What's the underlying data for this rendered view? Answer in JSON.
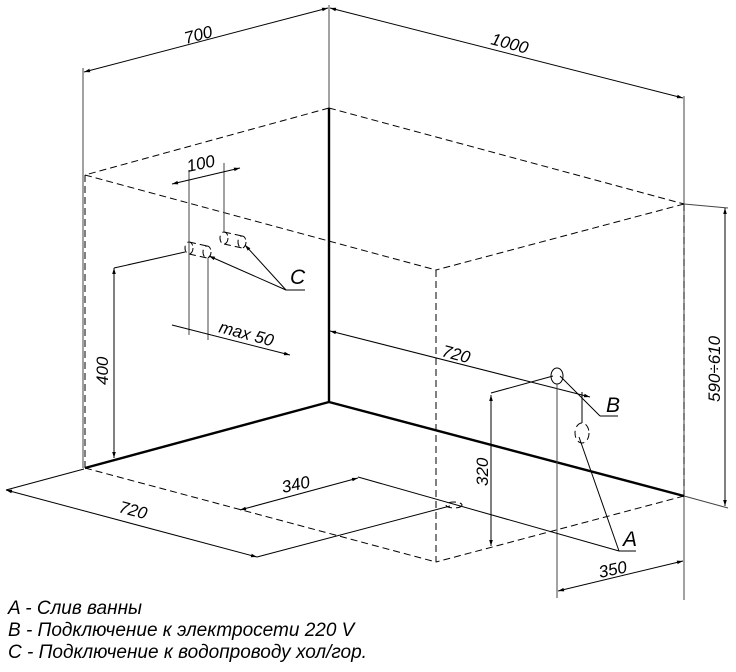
{
  "drawing": {
    "dimensions": {
      "top_left_width": "700",
      "top_right_length": "1000",
      "pipe_spacing": "100",
      "pipe_offset": "max 50",
      "pipe_height": "400",
      "mid_length": "720",
      "right_height": "590÷610",
      "bottom_left_length": "720",
      "drain_offset": "340",
      "electric_height": "320",
      "drain_side_offset": "350"
    },
    "markers": {
      "a": "A",
      "b": "B",
      "c": "C"
    }
  },
  "legend": [
    {
      "key": "A",
      "text": "A - Слив ванны"
    },
    {
      "key": "B",
      "text": "B - Подключение к электросети 220 V"
    },
    {
      "key": "C",
      "text": "C - Подключение к водопроводу хол/гор."
    }
  ]
}
